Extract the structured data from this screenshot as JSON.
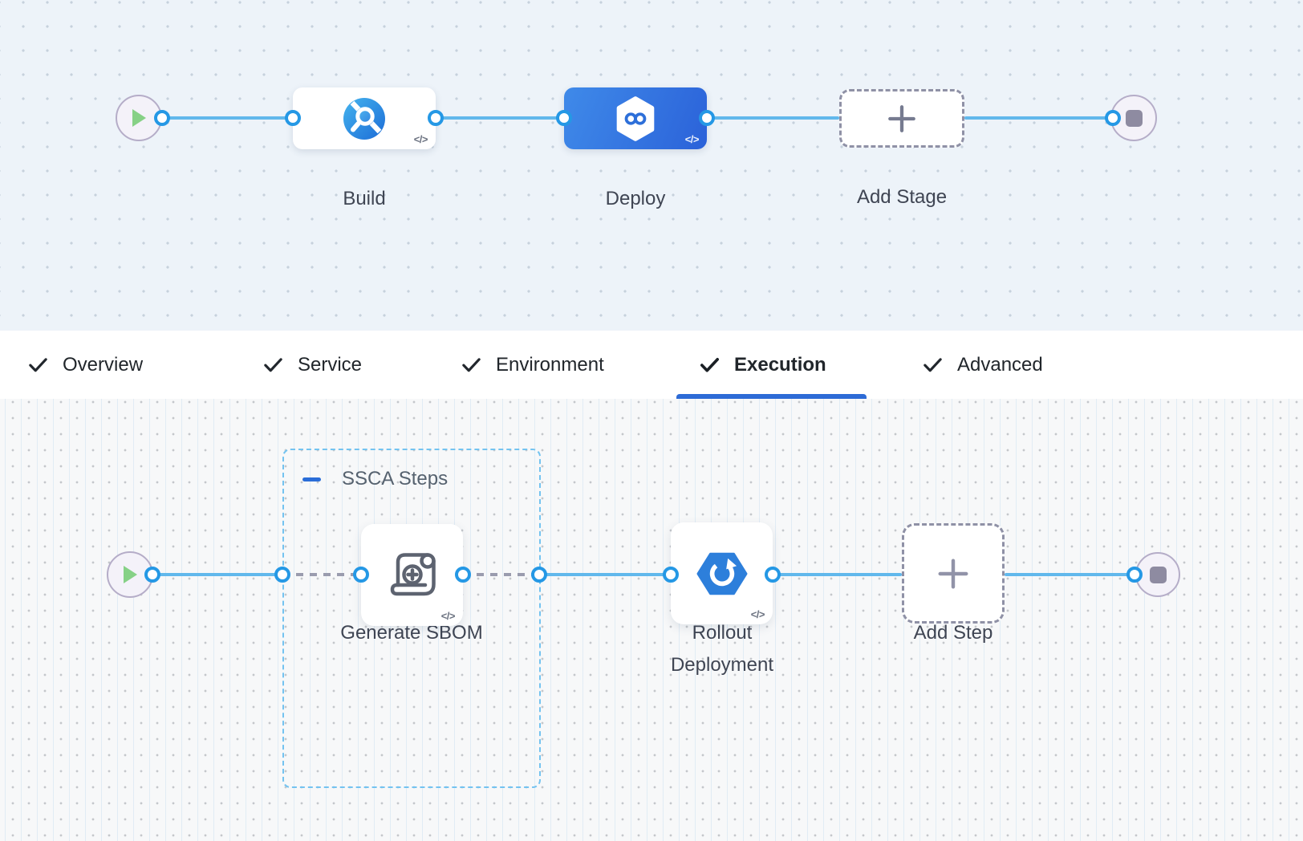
{
  "stage_canvas": {
    "stages": [
      {
        "name": "Build",
        "icon": "ci-build-icon",
        "code_badge": "</>",
        "selected": false
      },
      {
        "name": "Deploy",
        "icon": "cd-deploy-icon",
        "code_badge": "</>",
        "selected": true
      },
      {
        "name": "Add Stage",
        "icon": "plus-icon"
      }
    ]
  },
  "tabs": [
    {
      "label": "Overview",
      "checked": true,
      "active": false
    },
    {
      "label": "Service",
      "checked": true,
      "active": false
    },
    {
      "label": "Environment",
      "checked": true,
      "active": false
    },
    {
      "label": "Execution",
      "checked": true,
      "active": true
    },
    {
      "label": "Advanced",
      "checked": true,
      "active": false
    }
  ],
  "execution_canvas": {
    "group": {
      "label": "SSCA Steps",
      "collapse_icon": "minus-icon"
    },
    "steps": [
      {
        "name": "Generate SBOM",
        "icon": "sbom-scroll-icon",
        "code_badge": "</>"
      },
      {
        "name": "Rollout Deployment",
        "icon": "rollout-hexagon-icon",
        "code_badge": "</>"
      },
      {
        "name": "Add Step",
        "icon": "plus-icon"
      }
    ]
  },
  "colors": {
    "connector_blue": "#61b8ec",
    "port_ring_blue": "#2598e5",
    "selected_stage_gradient_start": "#3f8ae9",
    "selected_stage_gradient_end": "#2b62d9",
    "tab_underline_blue": "#2d6bd6",
    "group_border_blue": "#74c3f0",
    "dashed_connector_gray": "#9a9cae",
    "start_play_green": "#86d186",
    "terminal_node_border": "#b5adc8",
    "canvas_top_bg": "#edf3f9",
    "canvas_bottom_bg": "#f7f8f9",
    "label_text": "#3f4553"
  }
}
